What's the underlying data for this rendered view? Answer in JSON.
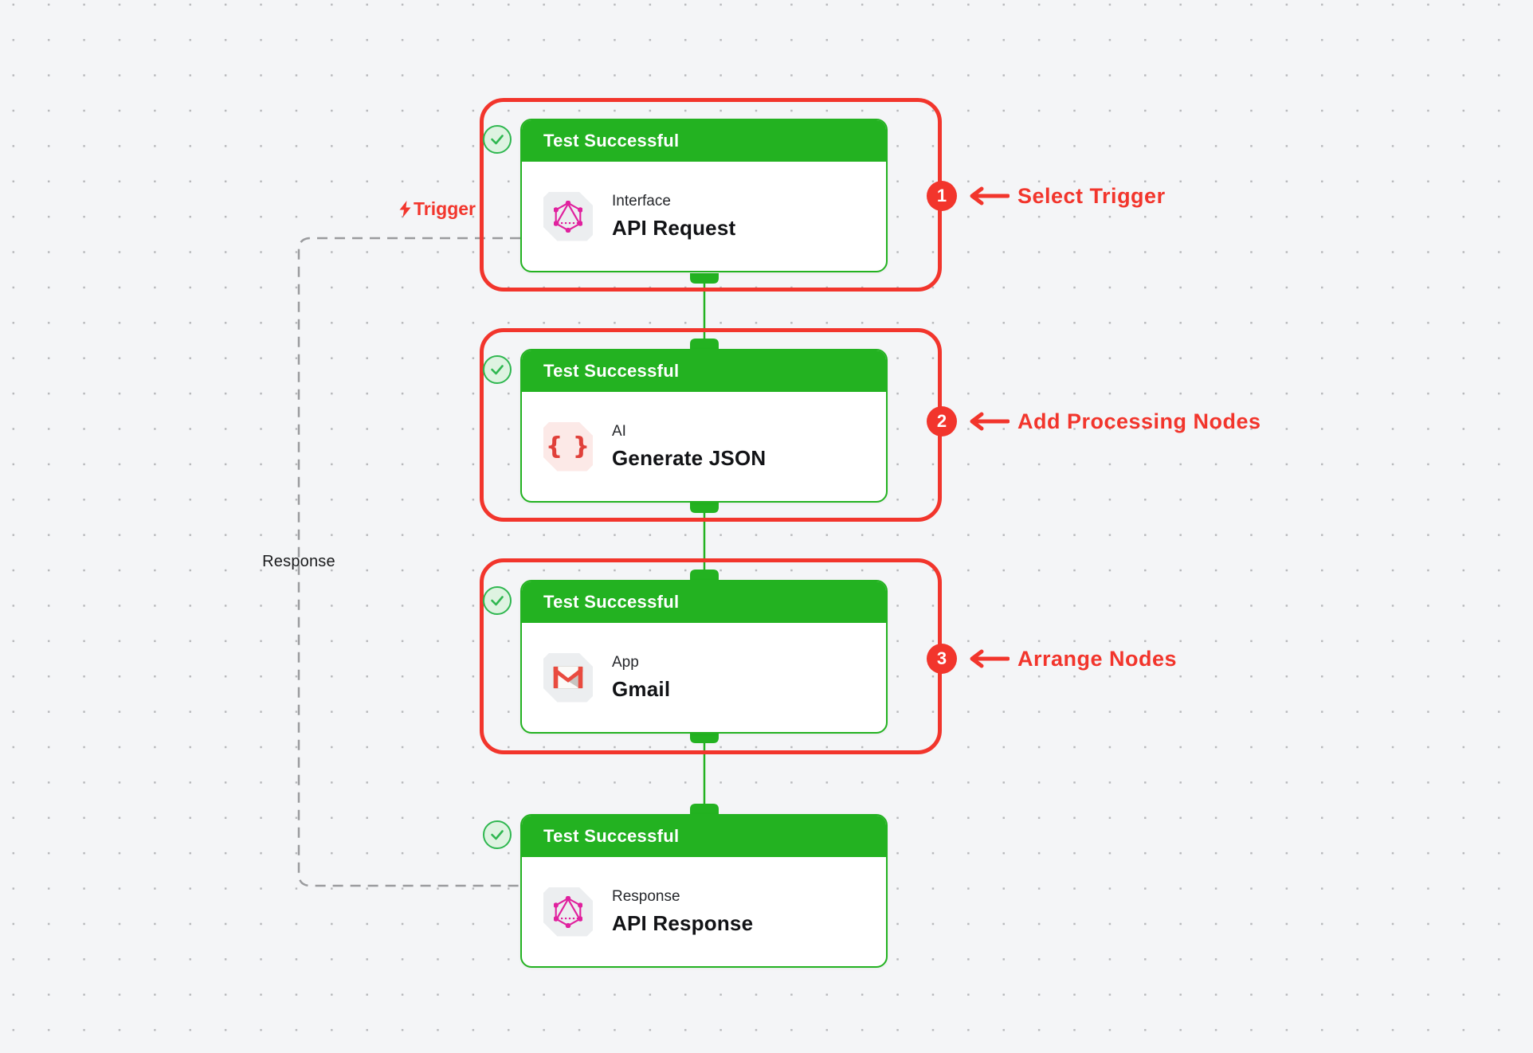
{
  "canvas": {
    "type": "workflow-editor"
  },
  "colors": {
    "node_green": "#23b221",
    "check_green": "#2fb750",
    "check_bg": "#def3e1",
    "annotation_red": "#f2352c",
    "graphql_pink": "#e0219e",
    "gmail_red": "#e94a3f",
    "brace_red": "#e0403a",
    "dash_gray": "#9a9b9e",
    "canvas_bg": "#f4f5f7"
  },
  "nodes": [
    {
      "status": "Test Successful",
      "label": "Interface",
      "title": "API Request",
      "icon": "graphql-icon"
    },
    {
      "status": "Test Successful",
      "label": "AI",
      "title": "Generate JSON",
      "icon": "curly-braces-icon"
    },
    {
      "status": "Test Successful",
      "label": "App",
      "title": "Gmail",
      "icon": "gmail-icon"
    },
    {
      "status": "Test Successful",
      "label": "Response",
      "title": "API Response",
      "icon": "graphql-icon"
    }
  ],
  "icons": {
    "braces_glyph": "{ }"
  },
  "annotations": [
    {
      "number": "1",
      "label": "Select Trigger"
    },
    {
      "number": "2",
      "label": "Add Processing Nodes"
    },
    {
      "number": "3",
      "label": "Arrange Nodes"
    }
  ],
  "edge_labels": {
    "trigger": "Trigger",
    "response": "Response"
  }
}
